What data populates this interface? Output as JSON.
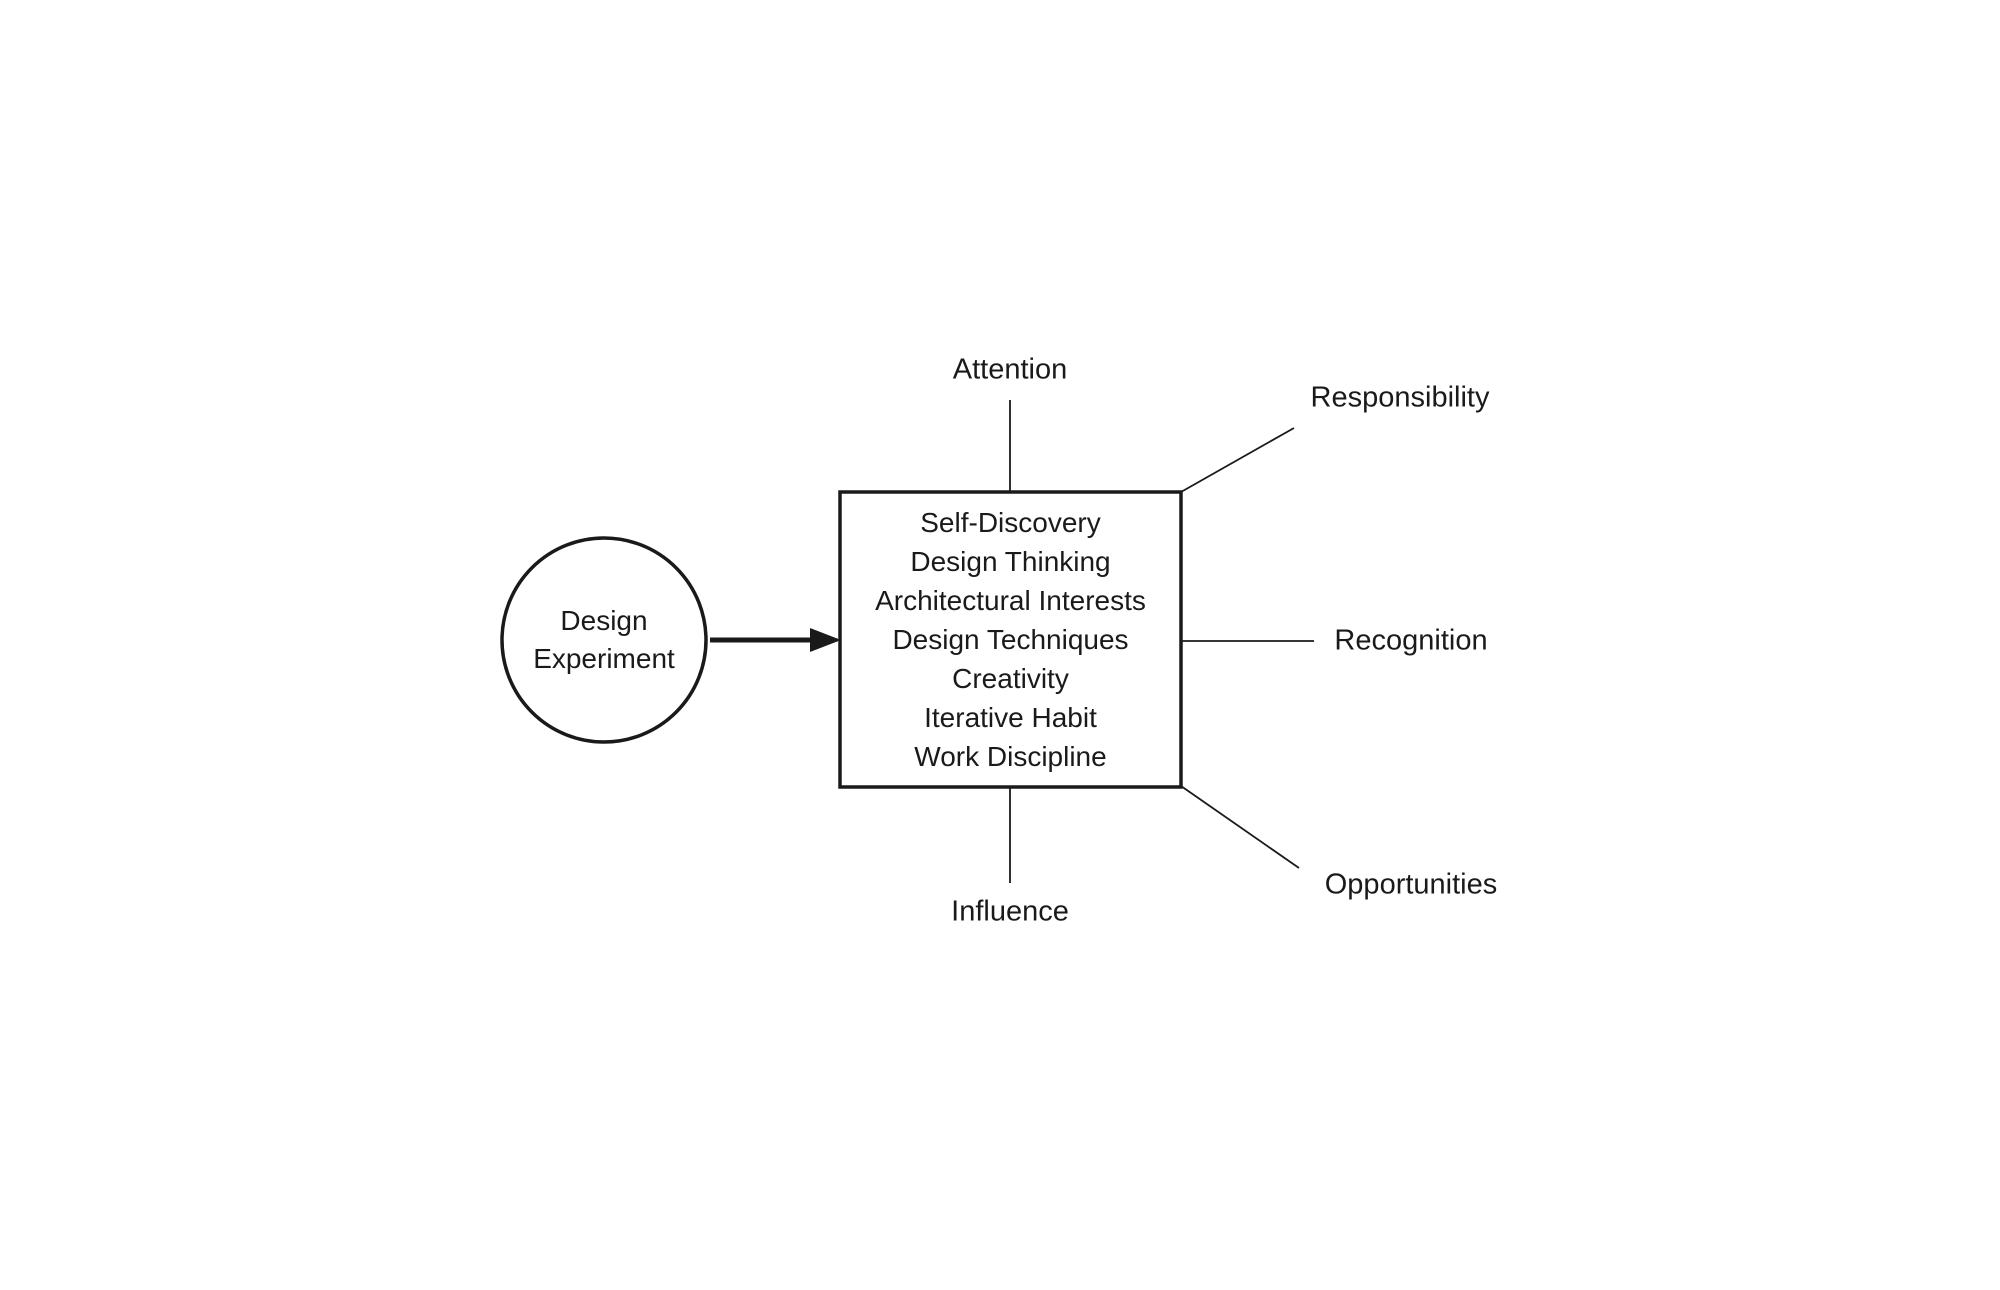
{
  "diagram": {
    "source": {
      "label_line1": "Design",
      "label_line2": "Experiment"
    },
    "box": {
      "items": [
        "Self-Discovery",
        "Design Thinking",
        "Architectural Interests",
        "Design Techniques",
        "Creativity",
        "Iterative Habit",
        "Work Discipline"
      ]
    },
    "outcomes": {
      "attention": "Attention",
      "responsibility": "Responsibility",
      "recognition": "Recognition",
      "opportunities": "Opportunities",
      "influence": "Influence"
    },
    "colors": {
      "stroke": "#1a1a1a",
      "background": "#ffffff",
      "text": "#1a1a1a"
    }
  }
}
